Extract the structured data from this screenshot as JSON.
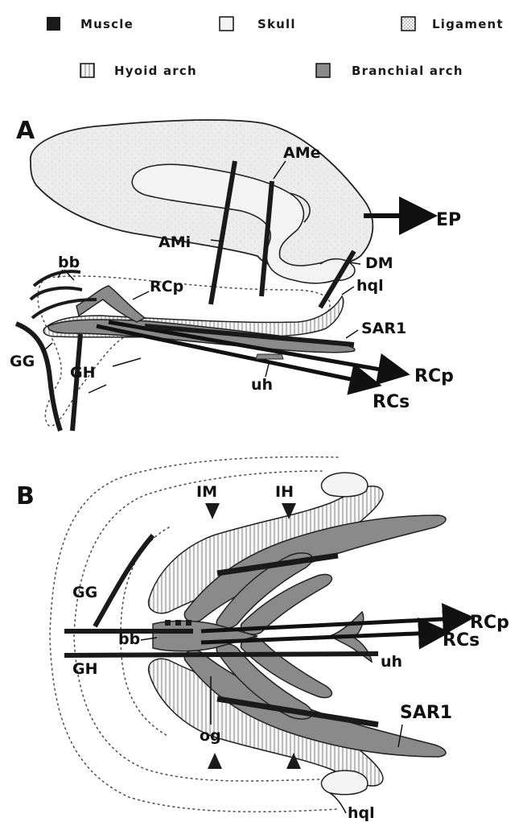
{
  "legend": {
    "muscle": "Muscle",
    "skull": "Skull",
    "ligament": "Ligament",
    "hyoid_arch": "Hyoid arch",
    "branchial_arch": "Branchial arch"
  },
  "panel_a": {
    "letter": "A",
    "labels": {
      "ame": "AMe",
      "ami": "AMi",
      "ep": "EP",
      "dm": "DM",
      "bb": "bb",
      "rcp_top": "RCp",
      "hql": "hql",
      "sar1": "SAR1",
      "gg": "GG",
      "gh": "GH",
      "rcp_arrow": "RCp",
      "uh": "uh",
      "rcs": "RCs"
    }
  },
  "panel_b": {
    "letter": "B",
    "labels": {
      "im": "IM",
      "ih": "IH",
      "gg": "GG",
      "rcp": "RCp",
      "rcs": "RCs",
      "bb": "bb",
      "gh": "GH",
      "uh": "uh",
      "sar1": "SAR1",
      "og": "og",
      "hql": "hql"
    }
  },
  "colors": {
    "muscle": "#1a1a1a",
    "skull": "#e9e9e9",
    "branchial": "#8a8a8a",
    "hyoid": "#f4f4f4",
    "ink": "#111111"
  }
}
